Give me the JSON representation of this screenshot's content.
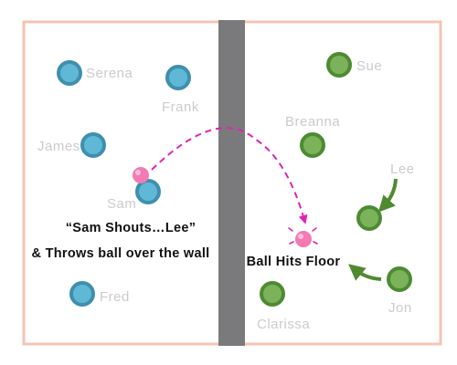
{
  "colors": {
    "court_border": "#f6c3b4",
    "wall": "#7a7a7c",
    "team_a_outer": "#3f8fae",
    "team_a_inner": "#5fb8d6",
    "team_b_outer": "#4d8b32",
    "team_b_inner": "#7cb25a",
    "ball": "#f47ab3",
    "trajectory": "#e023b5",
    "movement_arrow": "#4f8a2f",
    "player_label": "#cbcbcb",
    "caption": "#111111"
  },
  "players": {
    "serena": {
      "label": "Serena",
      "team": "a"
    },
    "frank": {
      "label": "Frank",
      "team": "a"
    },
    "james": {
      "label": "James",
      "team": "a"
    },
    "sam": {
      "label": "Sam",
      "team": "a"
    },
    "fred": {
      "label": "Fred",
      "team": "a"
    },
    "sue": {
      "label": "Sue",
      "team": "b"
    },
    "breanna": {
      "label": "Breanna",
      "team": "b"
    },
    "lee": {
      "label": "Lee",
      "team": "b"
    },
    "jon": {
      "label": "Jon",
      "team": "b"
    },
    "clarissa": {
      "label": "Clarissa",
      "team": "b"
    }
  },
  "captions": {
    "sam_shouts": "“Sam Shouts…Lee”",
    "throws": "& Throws ball over the wall",
    "ball_hits": "Ball Hits Floor"
  },
  "icons": {
    "ball": "ball-icon",
    "trajectory": "curved-dashed-arrow-icon",
    "movement": "curved-arrow-icon"
  }
}
